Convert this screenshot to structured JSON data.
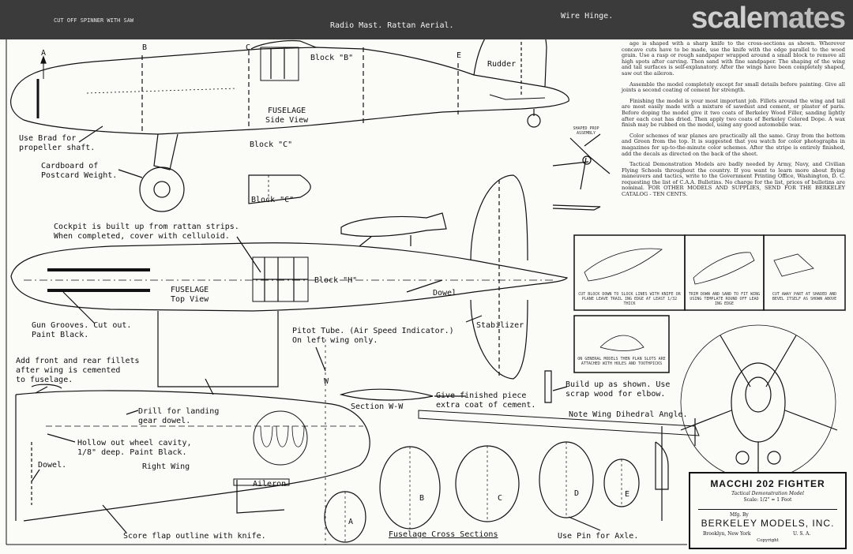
{
  "header": {
    "watermark_part1": "scale",
    "watermark_part2": "mates",
    "spinner_note": "CUT OFF SPINNER WITH\nSAW",
    "radio_mast": "Radio Mast. Rattan Aerial.",
    "wire_hinge": "Wire Hinge."
  },
  "side_view": {
    "title": "FUSELAGE\nSide View",
    "block_b": "Block \"B\"",
    "block_c": "Block \"C\"",
    "rudder": "Rudder",
    "brad": "Use Brad for\npropeller shaft.",
    "cardboard": "Cardboard of\nPostcard Weight.",
    "block_c2": "Block \"C\"",
    "section_letters": [
      "A",
      "B",
      "C",
      "E"
    ]
  },
  "top_view": {
    "cockpit_note": "Cockpit is built up from rattan strips.\nWhen completed, cover with celluloid.",
    "title": "FUSELAGE\nTop View",
    "block_h": "Block \"H\"",
    "dowel": "Dowel",
    "stabilizer": "Stabilizer",
    "gun_grooves": "Gun Grooves. Cut out.\nPaint Black."
  },
  "wing": {
    "pitot": "Pitot Tube. (Air Speed Indicator.)\nOn left wing only.",
    "fillets": "Add front and rear fillets\nafter wing is cemented\nto fuselage.",
    "drill": "Drill for landing\ngear dowel.",
    "hollow": "Hollow out wheel cavity,\n1/8\" deep. Paint Black.",
    "right_wing": "Right Wing",
    "dowel": "Dowel.",
    "aileron": "Aileron",
    "score": "Score flap outline with knife.",
    "section_label": "Section W-W",
    "give_finished": "Give finished piece\nextra coat of cement.",
    "build_up": "Build up as shown. Use\nscrap wood for elbow.",
    "dihedral": "Note Wing Dihedral Angle.",
    "w_marker": "W"
  },
  "cross_sections": {
    "title": "Fuselage Cross Sections",
    "letters": [
      "A",
      "B",
      "C",
      "D",
      "E"
    ],
    "pin_axle": "Use Pin for Axle."
  },
  "instructions": [
    "age is shaped with a sharp knife to the cross-sections as shown. Wherever concave cuts have to be made, use the knife with the edge parallel to the wood grain. Use a rasp or rough sandpaper wrapped around a small block to remove all high spots after carving. Then sand with fine sandpaper. The shaping of the wing and tail surfaces is self-explanatory. After the wings have been completely shaped, saw out the aileron.",
    "Assemble the model completely except for small details before painting. Give all joints a second coating of cement for strength.",
    "Finishing the model is your most important job. Fillets around the wing and tail are most easily made with a mixture of sawdust and cement, or plaster of paris. Before doping the model give it two coats of Berkeley Wood Filler, sanding lightly after each coat has dried. Then apply two coats of Berkeley Colored Dope. A wax finish may be rubbed on the model, using any good automobile wax.",
    "Color schemes of war planes are practically all the same. Gray from the bottom and Green from the top. It is suggested that you watch for color photographs in magazines for up-to-the-minute color schemes. After the stripe is entirely finished, add the decals as directed on the back of the sheet.",
    "Tactical Demonstration Models are badly needed by Army, Navy, and Civilian Flying Schools throughout the country. If you want to learn more about flying maneuvers and tactics, write to the Government Printing Office, Washington, D. C. requesting the list of C.A.A. Bulletins. No charge for the list, prices of bulletins are nominal. FOR OTHER MODELS AND SUPPLIES, SEND FOR THE BERKELEY CATALOG - TEN CENTS."
  ],
  "panels": {
    "cut_block": "CUT BLOCK DOWN TO SLOCK LINES WITH KNIFE OR PLANE LEAVE TRAIL ING EDGE AT LEAST 1/32 THICK",
    "trim_down": "TRIM DOWN AND SAND TO FIT WING USING TEMPLATE ROUND OFF LEAD ING EDGE",
    "cut_away": "CUT AWAY PART AT SHADED AND BEVEL ITSELF AS SHOWN ABOVE",
    "wing_note": "ON GENERAL MODELS THEN PLAN SLOTS ARE ATTACHED WITH HOLES AND TOOTHPICKS",
    "prop_note": "SHAPED PROP ASSEMBLY"
  },
  "title_block": {
    "name": "MACCHI 202 FIGHTER",
    "subtitle": "Tactical Demonstration Model",
    "scale": "Scale: 1/2\" = 1 Foot",
    "mfg": "Mfg. By",
    "company": "BERKELEY MODELS, INC.",
    "city": "Brooklyn, New York",
    "country": "U. S. A.",
    "copyright": "Copyright"
  },
  "colors": {
    "header_bar": "#3b3b3b",
    "paper": "#fbfbf8",
    "ink": "#111111"
  }
}
